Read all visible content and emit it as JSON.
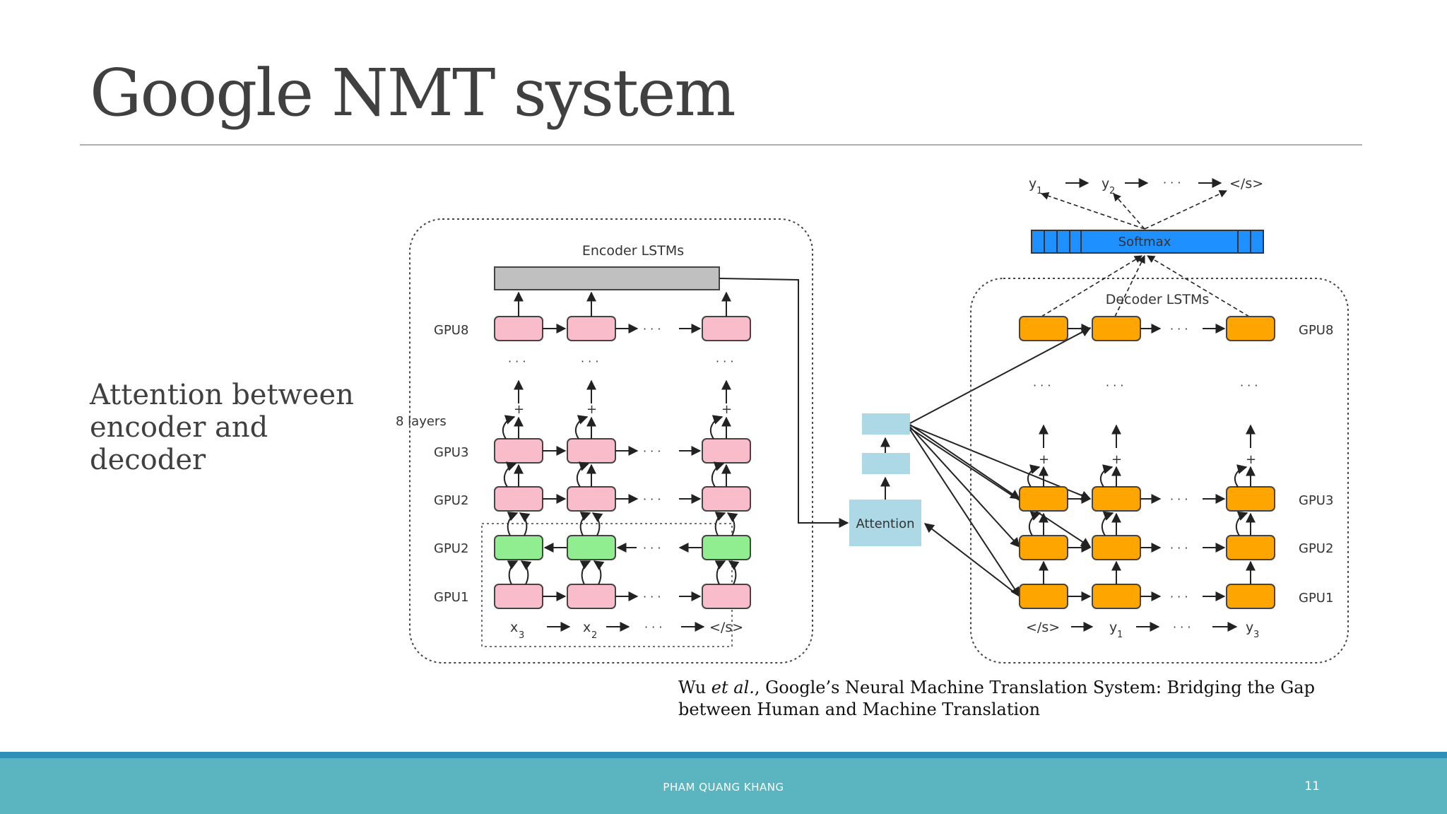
{
  "slide": {
    "title": "Google NMT system",
    "side_text_line1": "Attention between",
    "side_text_line2": "encoder and decoder",
    "citation_author": "Wu ",
    "citation_etal": "et al.",
    "citation_rest": ", Google’s Neural Machine Translation System: Bridging the Gap between Human and Machine Translation",
    "footer_author": "PHAM QUANG KHANG",
    "page_number": "11"
  },
  "diagram": {
    "encoder": {
      "title": "Encoder LSTMs",
      "gpu_labels": [
        "GPU8",
        "GPU3",
        "GPU2",
        "GPU2",
        "GPU1"
      ],
      "layers_label": "8 layers",
      "inputs": [
        "x",
        "x",
        "</s>"
      ],
      "input_subscripts": [
        "3",
        "2",
        ""
      ]
    },
    "attention": {
      "label": "Attention"
    },
    "decoder": {
      "title": "Decoder LSTMs",
      "gpu_labels": [
        "GPU8",
        "GPU3",
        "GPU2",
        "GPU1"
      ],
      "inputs": [
        "</s>",
        "y",
        "y"
      ],
      "input_subscripts": [
        "",
        "1",
        "3"
      ]
    },
    "softmax": {
      "label": "Softmax"
    },
    "outputs": [
      "y",
      "y",
      "</s>"
    ],
    "output_subscripts": [
      "1",
      "2",
      ""
    ],
    "ellipsis": "· · ·",
    "plus": "+",
    "colors": {
      "encoder_cell": "#f9bccb",
      "bidirectional_cell": "#90ee90",
      "decoder_cell": "#ffa500",
      "attention_box": "#add8e6",
      "softmax_bar": "#1e90ff",
      "encoder_top_bar": "#c0c0c0"
    }
  }
}
